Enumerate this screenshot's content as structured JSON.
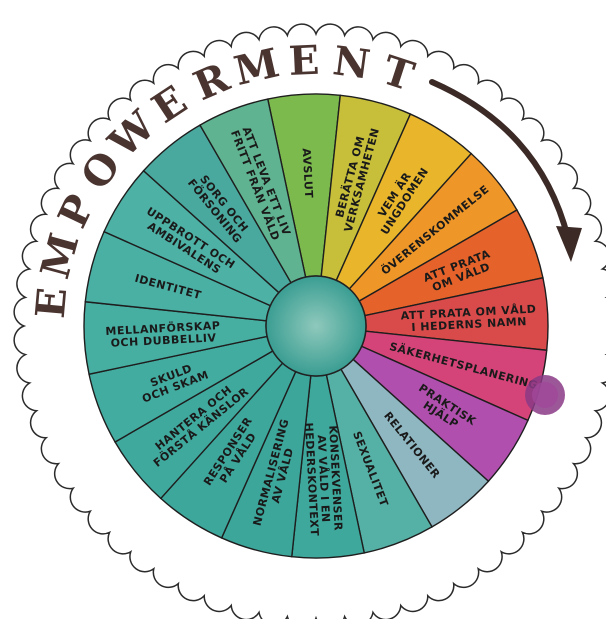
{
  "title": "EMPOWERMENT",
  "segments": [
    {
      "lines": [
        "AVSLUT"
      ],
      "color": "#7cba4e"
    },
    {
      "lines": [
        "BERÄTTA OM",
        "VERKSAMHETEN"
      ],
      "color": "#c7bf3a"
    },
    {
      "lines": [
        "VEM ÄR",
        "UNGDOMEN"
      ],
      "color": "#e8b52b"
    },
    {
      "lines": [
        "ÖVERENSKOMMELSE"
      ],
      "color": "#ee9628"
    },
    {
      "lines": [
        "ATT PRATA",
        "OM VÅLD"
      ],
      "color": "#e5632a"
    },
    {
      "lines": [
        "ATT PRATA OM VÅLD",
        "I HEDERNS NAMN"
      ],
      "color": "#d94a4a"
    },
    {
      "lines": [
        "SÄKERHETSPLANERING"
      ],
      "color": "#d54478"
    },
    {
      "lines": [
        "PRAKTISK",
        "HJÄLP"
      ],
      "color": "#b04fae"
    },
    {
      "lines": [
        "RELATIONER"
      ],
      "color": "#8fb7c2"
    },
    {
      "lines": [
        "SEXUALITET"
      ],
      "color": "#55b0a5"
    },
    {
      "lines": [
        "KONSEKVENSER",
        "AV VÅLD I EN",
        "HEDERSKONTEXT"
      ],
      "color": "#3ea89c"
    },
    {
      "lines": [
        "NORMALISERING",
        "AV VÅLD"
      ],
      "color": "#3ca69b"
    },
    {
      "lines": [
        "RESPONSER",
        "PÅ VÅLD"
      ],
      "color": "#3da79c"
    },
    {
      "lines": [
        "HANTERA OCH",
        "FÖRSTÅ KÄNSLOR"
      ],
      "color": "#40a99e"
    },
    {
      "lines": [
        "SKULD",
        "OCH SKAM"
      ],
      "color": "#43aca0"
    },
    {
      "lines": [
        "MELLANFÖRSKAP",
        "OCH DUBBELLIV"
      ],
      "color": "#47aea2"
    },
    {
      "lines": [
        "IDENTITET"
      ],
      "color": "#4ab0a4"
    },
    {
      "lines": [
        "UPPBROTT OCH",
        "AMBIVALENS"
      ],
      "color": "#4db1a5"
    },
    {
      "lines": [
        "SORG OCH",
        "FÖRSONING"
      ],
      "color": "#4aa99e"
    },
    {
      "lines": [
        "ATT LEVA ETT LIV",
        "FRITT FRÅN VÅLD"
      ],
      "color": "#5fb391"
    }
  ]
}
